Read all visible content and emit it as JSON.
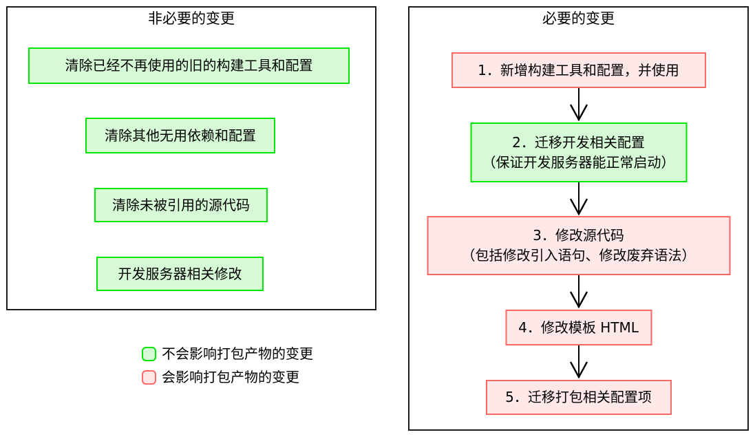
{
  "diagram": {
    "left_panel": {
      "title": "非必要的变更",
      "items": [
        "清除已经不再使用的旧的构建工具和配置",
        "清除其他无用依赖和配置",
        "清除未被引用的源代码",
        "开发服务器相关修改"
      ]
    },
    "right_panel": {
      "title": "必要的变更",
      "steps": [
        {
          "impact": "affects-bundle",
          "lines": [
            "1．新增构建工具和配置，并使用"
          ]
        },
        {
          "impact": "no-bundle-impact",
          "lines": [
            "2．迁移开发相关配置",
            "（保证开发服务器能正常启动）"
          ]
        },
        {
          "impact": "affects-bundle",
          "lines": [
            "3．修改源代码",
            "（包括修改引入语句、修改废弃语法）"
          ]
        },
        {
          "impact": "affects-bundle",
          "lines": [
            "4．修改模板 HTML"
          ]
        },
        {
          "impact": "affects-bundle",
          "lines": [
            "5．迁移打包相关配置项"
          ]
        }
      ]
    },
    "legend": [
      {
        "swatch": "green",
        "label": "不会影响打包产物的变更"
      },
      {
        "swatch": "pink",
        "label": "会影响打包产物的变更"
      }
    ],
    "colors": {
      "green_fill": "#d5fad5",
      "green_stroke": "#00e600",
      "pink_fill": "#ffe8e8",
      "pink_stroke": "#ff6666",
      "outline": "#1c1c1c",
      "text": "#000000"
    }
  }
}
